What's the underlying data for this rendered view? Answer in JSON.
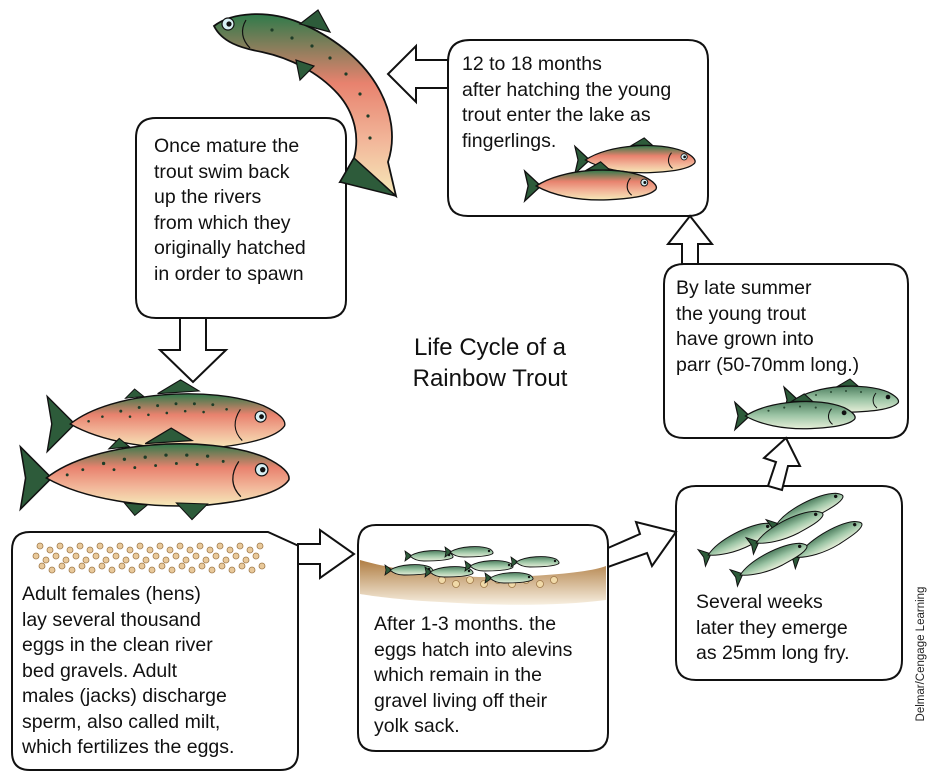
{
  "title_lines": [
    "Life Cycle of a",
    "Rainbow Trout"
  ],
  "stages": {
    "fingerlings": "12 to 18 months\nafter hatching the young\ntrout enter the lake as\nfingerlings.",
    "spawn": "Once mature the\ntrout swim back\nup the rivers\nfrom which they\noriginally hatched\nin order to spawn",
    "parr": "By late summer\nthe young trout\nhave grown into\nparr (50-70mm long.)",
    "eggs": "Adult females (hens)\nlay several thousand\neggs in the clean river\nbed gravels.  Adult\nmales (jacks) discharge\nsperm, also called milt,\nwhich fertilizes the eggs.",
    "alevins": "After 1-3 months. the\neggs hatch into alevins\nwhich remain in the\ngravel living off their\nyolk sack.",
    "fry": "Several weeks\nlater they emerge\nas 25mm long fry."
  },
  "credit": "Delmar/Cengage Learning",
  "colors": {
    "trout_body": "#e8826e",
    "trout_back": "#2f7a4a",
    "trout_fin": "#2d5b3a",
    "young_body": "#8fb89a",
    "gravel": "#c8a06a",
    "egg": "#e9c99a"
  }
}
